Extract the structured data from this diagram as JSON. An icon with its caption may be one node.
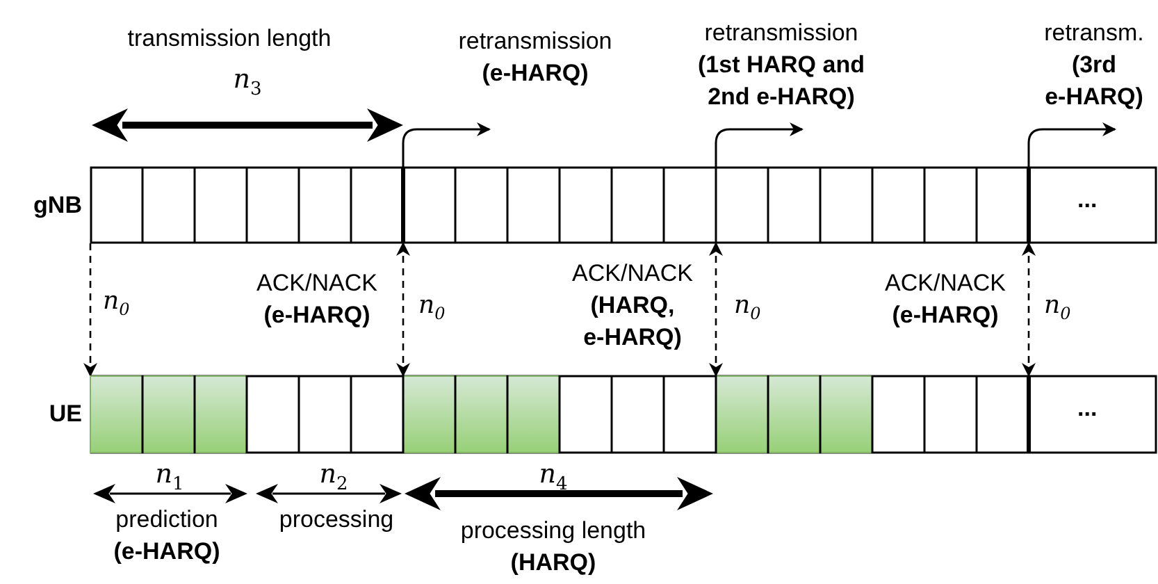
{
  "diagram": {
    "nodes": [
      {
        "text": [
          "gNB",
          "..."
        ]
      },
      {
        "text": [
          "UE",
          "..."
        ]
      },
      {
        "text": [
          "retransmission",
          "(e-HARQ)"
        ]
      },
      {
        "text": [
          "retransmission",
          "(1st HARQ and 2nd e-HARQ)"
        ]
      },
      {
        "text": [
          "retransm.",
          "(3rd e-HARQ)"
        ]
      }
    ],
    "edges": [
      {
        "from": 0,
        "to": 1,
        "arrow": "to",
        "style": "dashed",
        "label": "*n*$_{0}$"
      },
      {
        "from": 0,
        "to": 1,
        "arrow": "both",
        "style": "dashed",
        "label": "*n*$_{0}$"
      },
      {
        "from": 0,
        "to": 1,
        "arrow": "both",
        "style": "dashed",
        "label": "*n*$_{0}$"
      },
      {
        "from": 0,
        "to": 1,
        "arrow": "both",
        "style": "dashed",
        "label": "*n*$_{0}$"
      },
      {
        "from": 0,
        "to": 2,
        "arrow": "to"
      },
      {
        "from": 0,
        "to": 3,
        "arrow": "to"
      },
      {
        "from": 0,
        "to": 4,
        "arrow": "to"
      }
    ],
    "labels": [
      "transmission length",
      "*n*$_{3}$",
      "ACK/NACK **(e-HARQ)**",
      "ACK/NACK **(HARQ, e-HARQ)**",
      "ACK/NACK **(e-HARQ)**",
      "*n*$_{1}$",
      "*n*$_{2}$",
      "*n*$_{4}$",
      "prediction **(e-HARQ)**",
      "processing",
      "processing length **(HARQ)**"
    ]
  }
}
